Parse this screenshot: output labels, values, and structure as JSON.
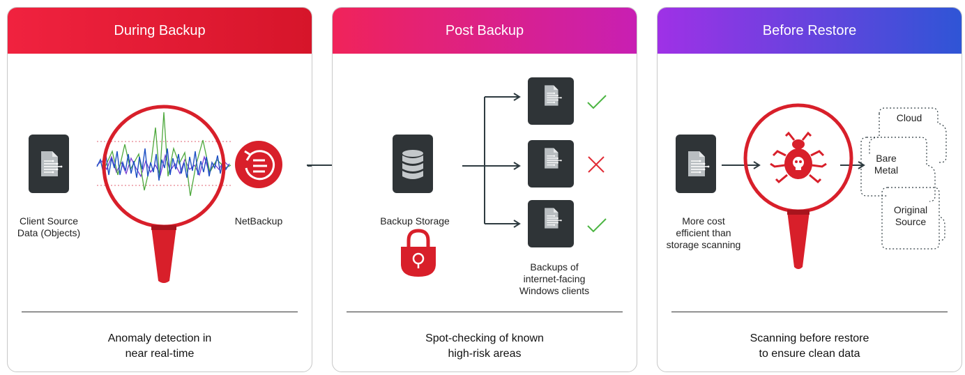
{
  "colors": {
    "red": "#d81f2a",
    "dark_tile": "#2f3437",
    "check_green": "#4cb542",
    "cross_red": "#e12c36",
    "arrow": "#2e3b40"
  },
  "panels": [
    {
      "title": "During Backup",
      "icons": [
        "document-icon",
        "magnifier-icon",
        "netbackup-icon"
      ],
      "labels": {
        "client": [
          "Client Source",
          "Data (Objects)"
        ],
        "netbackup": "NetBackup"
      },
      "summary": [
        "Anomaly detection in",
        "near real-time"
      ]
    },
    {
      "title": "Post Backup",
      "icons": [
        "database-icon",
        "lock-icon",
        "check-icon",
        "cross-icon"
      ],
      "labels": {
        "storage": "Backup Storage",
        "backups": [
          "Backups of",
          "internet-facing",
          "Windows clients"
        ]
      },
      "summary": [
        "Spot-checking of known",
        "high-risk areas"
      ]
    },
    {
      "title": "Before Restore",
      "icons": [
        "document-icon",
        "bug-icon",
        "cloud-icon"
      ],
      "labels": {
        "cost": [
          "More cost",
          "efficient than",
          "storage scanning"
        ],
        "cloud": "Cloud",
        "bare_metal": [
          "Bare",
          "Metal"
        ],
        "original_source": [
          "Original",
          "Source"
        ]
      },
      "summary": [
        "Scanning before restore",
        "to ensure clean data"
      ]
    }
  ]
}
